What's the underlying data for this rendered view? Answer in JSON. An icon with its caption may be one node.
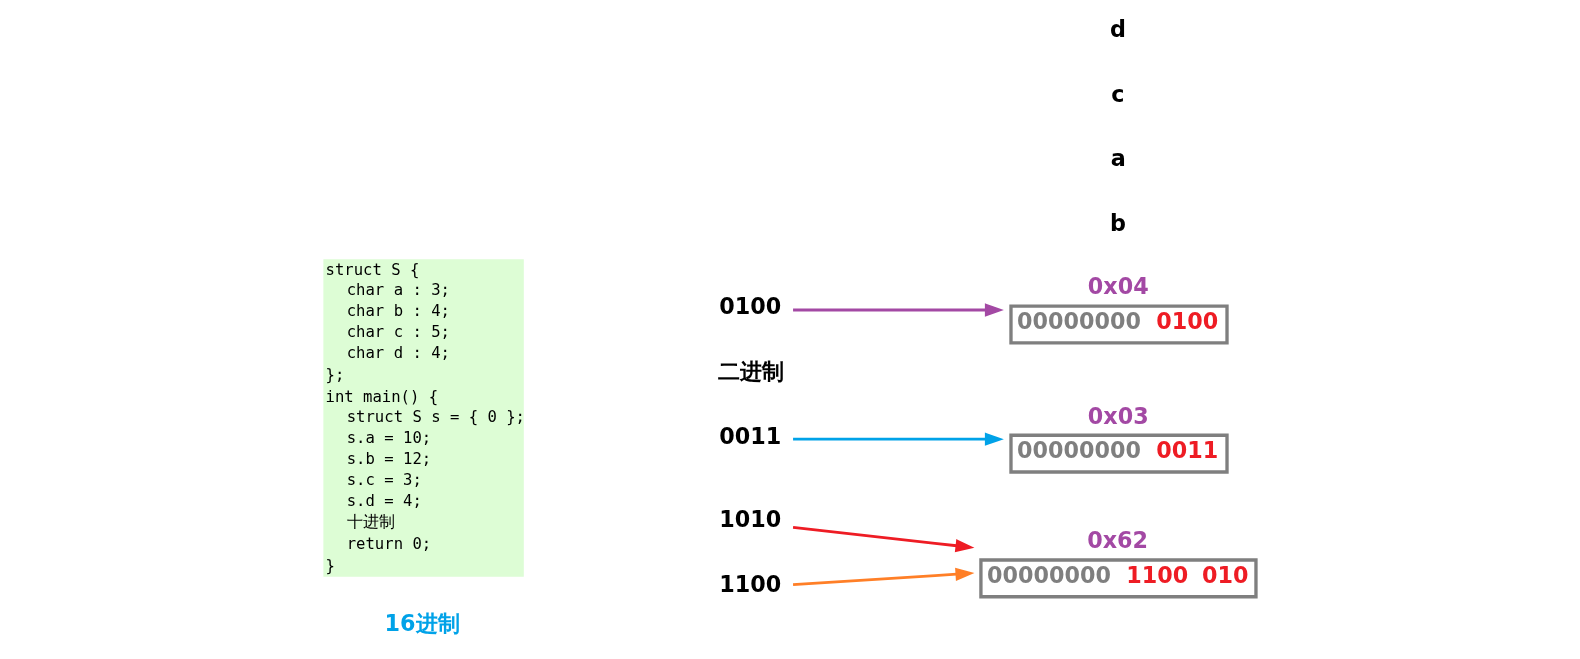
{
  "diagram": {
    "nodes": [
      {
        "text": [
          "struct S {",
          "char a : 3;",
          "char b : 4;",
          "char c : 5;",
          "char d : 4;",
          "};",
          "int main() {",
          "struct S s = { 0 };",
          "s.a = 10;",
          "s.b = 12;",
          "s.c = 3;",
          "s.d = 4;",
          "十进制",
          "return 0;",
          "}"
        ]
      },
      {
        "text": [
          "1010"
        ]
      },
      {
        "text": [
          "1100"
        ]
      },
      {
        "text": [
          "0011"
        ]
      },
      {
        "text": [
          "0100"
        ]
      },
      {
        "text": [
          "00000000",
          "1100",
          "010"
        ],
        "beside": [
          "0x62"
        ]
      },
      {
        "text": [
          "00000000",
          "0011"
        ],
        "beside": [
          "0x03"
        ]
      },
      {
        "text": [
          "00000000",
          "0100"
        ],
        "beside": [
          "0x04"
        ]
      }
    ],
    "edges": [
      {
        "from": 1,
        "to": 5,
        "arrow": "to",
        "color": "#ee1c24"
      },
      {
        "from": 2,
        "to": 5,
        "arrow": "to",
        "color": "#ff7f27"
      },
      {
        "from": 3,
        "to": 6,
        "arrow": "to",
        "color": "#00a2e8"
      },
      {
        "from": 4,
        "to": 7,
        "arrow": "to",
        "color": "#a349a4"
      }
    ],
    "labels": [
      "16进制",
      "b",
      "a",
      "c",
      "d",
      "二进制"
    ]
  }
}
